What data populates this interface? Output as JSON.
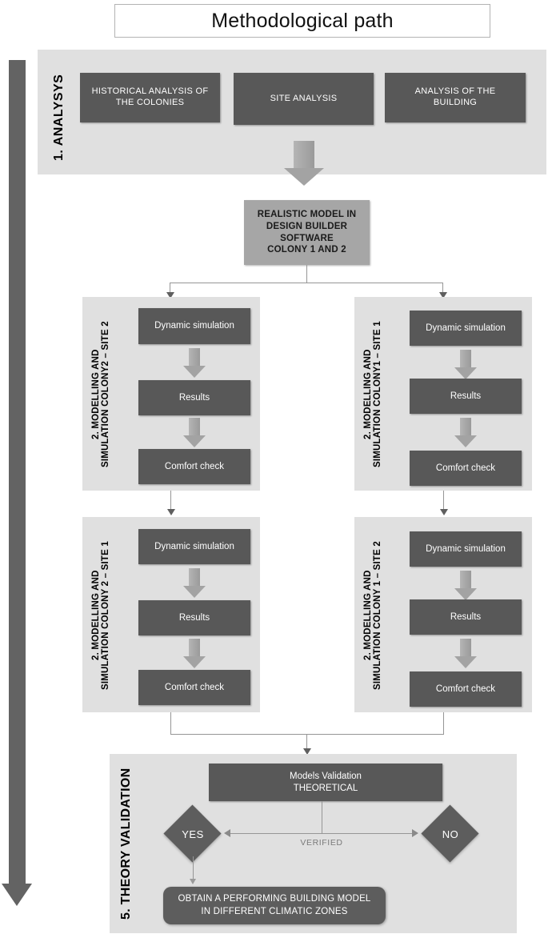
{
  "title": "Methodological path",
  "sections": {
    "analysis": {
      "label": "1. ANALYSYS",
      "boxes": [
        "HISTORICAL ANALYSIS OF\nTHE COLONIES",
        "SITE ANALYSIS",
        "ANALYSIS OF THE\nBUILDING"
      ]
    },
    "model": {
      "label": "REALISTIC MODEL IN\nDESIGN BUILDER\nSOFTWARE\nCOLONY 1 AND 2"
    },
    "panels": [
      {
        "label": "2. MODELLING AND\nSIMULATION COLONY2 – SITE 2",
        "steps": [
          "Dynamic simulation",
          "Results",
          "Comfort check"
        ]
      },
      {
        "label": "2. MODELLING AND\nSIMULATION COLONY1 – SITE 1",
        "steps": [
          "Dynamic simulation",
          "Results",
          "Comfort check"
        ]
      },
      {
        "label": "2. MODELLING AND\nSIMULATION COLONY 2 – SITE 1",
        "steps": [
          "Dynamic simulation",
          "Results",
          "Comfort check"
        ]
      },
      {
        "label": "2. MODELLING AND\nSIMULATION COLONY 1 – SITE 2",
        "steps": [
          "Dynamic simulation",
          "Results",
          "Comfort check"
        ]
      }
    ],
    "validation": {
      "label": "5. THEORY VALIDATION",
      "models_box": "Models Validation\nTHEORETICAL",
      "verified_label": "VERIFIED",
      "yes_label": "YES",
      "no_label": "NO",
      "outcome": "OBTAIN A PERFORMING BUILDING MODEL\nIN DIFFERENT CLIMATIC ZONES"
    }
  },
  "colors": {
    "dark_box": "#585858",
    "gray_box": "#a6a6a6",
    "band": "#e0e0e0",
    "arrow": "#636363",
    "connector": "#969696"
  }
}
